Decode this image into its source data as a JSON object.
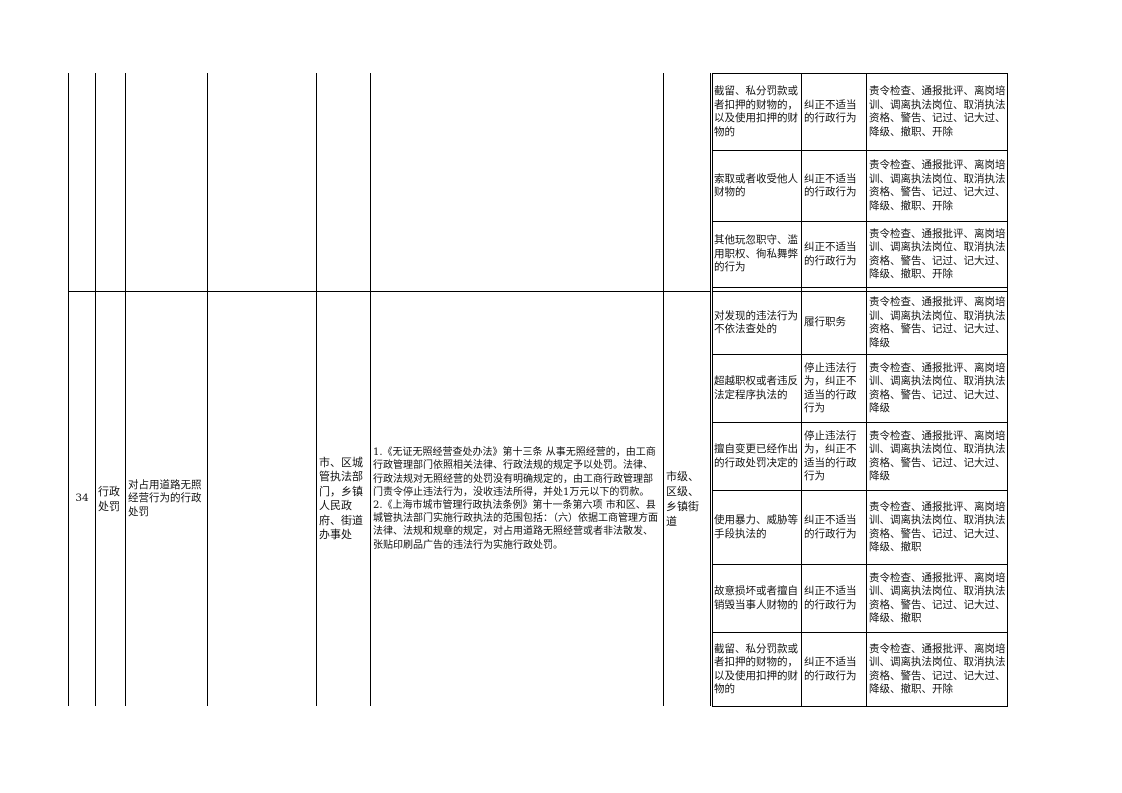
{
  "row34": {
    "index": "34",
    "category": "行政处罚",
    "item_name": "对占用道路无照经营行为的行政处罚",
    "department": "市、区城管执法部门，乡镇人民政府、街道办事处",
    "legal_basis": "1.《无证无照经营查处办法》第十三条 从事无照经营的，由工商行政管理部门依照相关法律、行政法规的规定予以处罚。法律、行政法规对无照经营的处罚没有明确规定的，由工商行政管理部门责令停止违法行为，没收违法所得，并处1万元以下的罚款。\n2.《上海市城市管理行政执法条例》第十一条第六项 市和区、县城管执法部门实施行政执法的范围包括：（六）依据工商管理方面法律、法规和规章的规定，对占用道路无照经营或者非法散发、张贴印刷品广告的违法行为实施行政处罚。",
    "level": "市级、区级、乡镇街道"
  },
  "top_rows": [
    {
      "issue": "截留、私分罚款或者扣押的财物的，以及使用扣押的财物的",
      "type": "纠正不适当的行政行为",
      "disposal": "责令检查、通报批评、离岗培训、调离执法岗位、取消执法资格、警告、记过、记大过、降级、撤职、开除"
    },
    {
      "issue": "索取或者收受他人财物的",
      "type": "纠正不适当的行政行为",
      "disposal": "责令检查、通报批评、离岗培训、调离执法岗位、取消执法资格、警告、记过、记大过、降级、撤职、开除"
    },
    {
      "issue": "其他玩忽职守、滥用职权、徇私舞弊的行为",
      "type": "纠正不适当的行政行为",
      "disposal": "责令检查、通报批评、离岗培训、调离执法岗位、取消执法资格、警告、记过、记大过、降级、撤职、开除"
    }
  ],
  "bottom_rows": [
    {
      "issue": "对发现的违法行为不依法查处的",
      "type": "履行职务",
      "disposal": "责令检查、通报批评、离岗培训、调离执法岗位、取消执法资格、警告、记过、记大过、降级"
    },
    {
      "issue": "超越职权或者违反法定程序执法的",
      "type": "停止违法行为，纠正不适当的行政行为",
      "disposal": "责令检查、通报批评、离岗培训、调离执法岗位、取消执法资格、警告、记过、记大过、降级"
    },
    {
      "issue": "擅自变更已经作出的行政处罚决定的",
      "type": "停止违法行为，纠正不适当的行政行为",
      "disposal": "责令检查、通报批评、离岗培训、调离执法岗位、取消执法资格、警告、记过、记大过、降级"
    },
    {
      "issue": "使用暴力、威胁等手段执法的",
      "type": "纠正不适当的行政行为",
      "disposal": "责令检查、通报批评、离岗培训、调离执法岗位、取消执法资格、警告、记过、记大过、降级、撤职"
    },
    {
      "issue": "故意损坏或者擅自销毁当事人财物的",
      "type": "纠正不适当的行政行为",
      "disposal": "责令检查、通报批评、离岗培训、调离执法岗位、取消执法资格、警告、记过、记大过、降级、撤职"
    },
    {
      "issue": "截留、私分罚款或者扣押的财物的，以及使用扣押的财物的",
      "type": "纠正不适当的行政行为",
      "disposal": "责令检查、通报批评、离岗培训、调离执法岗位、取消执法资格、警告、记过、记大过、降级、撤职、开除"
    }
  ]
}
